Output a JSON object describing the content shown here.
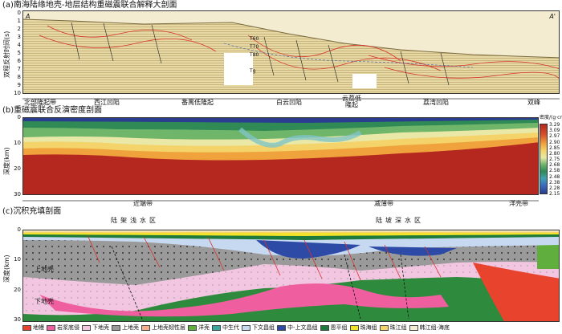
{
  "panel_a": {
    "title": "(a)南海陆缘地壳-地层结构重磁震联合解释大剖面",
    "ylabel": "双程反射时间(s)",
    "yticks": [
      "0",
      "1",
      "2",
      "3",
      "4",
      "5",
      "6",
      "7",
      "8",
      "9",
      "10"
    ],
    "end_left": "A",
    "end_right": "A'",
    "horizons": [
      "T60",
      "T70",
      "T80",
      "Tg"
    ],
    "regions": [
      "北部隆起带",
      "西江凹陷",
      "番禺低隆起",
      "白云凹陷",
      "云荔低隆起",
      "荔湾凹陷",
      "双峰"
    ]
  },
  "panel_b": {
    "title": "(b)重磁震联合反演密度剖面",
    "ylabel": "深度(km)",
    "yticks": [
      "0",
      "10",
      "20",
      "30"
    ],
    "colorbar_title": "密度/(g·cm³)",
    "colorbar_ticks": [
      "3.29",
      "3.09",
      "2.97",
      "2.90",
      "2.85",
      "2.80",
      "2.75",
      "2.68",
      "2.58",
      "2.48",
      "2.38",
      "2.28",
      "2.15"
    ],
    "zones": [
      "近端带",
      "减薄带",
      "洋壳带"
    ]
  },
  "panel_c": {
    "title": "(c)沉积充填剖面",
    "ylabel": "深度(km)",
    "yticks": [
      "0",
      "10",
      "20",
      "30"
    ],
    "zones_top": [
      "陆架浅水区",
      "陆坡深水区"
    ],
    "labels": [
      "上地壳",
      "下地壳"
    ]
  },
  "legend": [
    {
      "label": "地幔",
      "color": "#e8432d"
    },
    {
      "label": "岩浆底侵",
      "color": "#ef5fa0"
    },
    {
      "label": "下地壳",
      "color": "#f2c6e0"
    },
    {
      "label": "上地壳",
      "color": "#9a9a9a"
    },
    {
      "label": "上地壳韧性层",
      "color": "#f3b08a"
    },
    {
      "label": "洋壳",
      "color": "#5fae3e"
    },
    {
      "label": "中生代",
      "color": "#3aa7a0"
    },
    {
      "label": "下文昌组",
      "color": "#c7d9f0"
    },
    {
      "label": "中-上文昌组",
      "color": "#2c4aa6"
    },
    {
      "label": "恩平组",
      "color": "#1e7a3a"
    },
    {
      "label": "珠海组",
      "color": "#f2e22c"
    },
    {
      "label": "珠江组",
      "color": "#f7d36e"
    },
    {
      "label": "韩江组-海底",
      "color": "#f6eed0"
    }
  ]
}
